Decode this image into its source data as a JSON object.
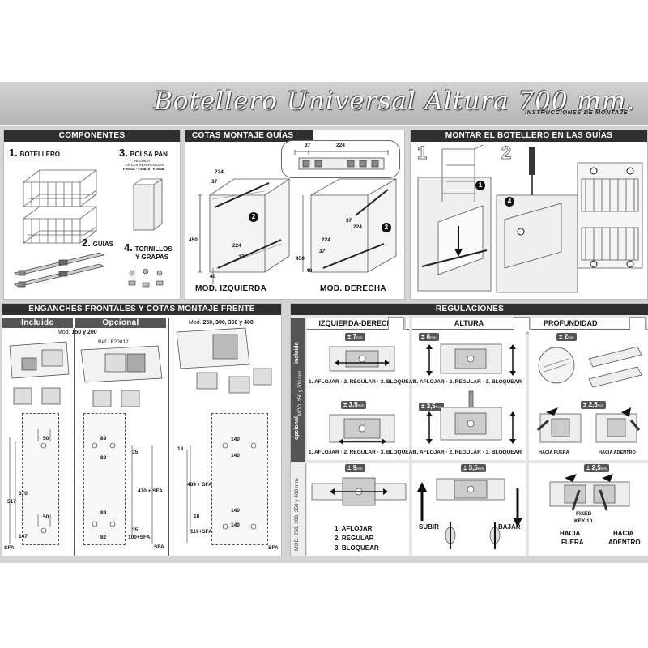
{
  "header": {
    "title": "Botellero Universal Altura 700 mm.",
    "subtitle": "INSTRUCCIONES DE MONTAJE"
  },
  "componentes": {
    "title": "COMPONENTES",
    "item1": {
      "num": "1.",
      "label": "BOTELLERO"
    },
    "item2": {
      "num": "2.",
      "label": "GUÍAS"
    },
    "item3": {
      "num": "3.",
      "label": "BOLSA PAN",
      "note1": "INCLUIDA",
      "note2": "EN LAS REFERENCIAS:",
      "refs": "F20810 · F20815 · F20840"
    },
    "item4": {
      "num": "4.",
      "label": "TORNILLOS",
      "label2": "Y GRAPAS"
    }
  },
  "cotas": {
    "title": "COTAS MONTAJE GUÍAS",
    "detail_37": "37",
    "detail_224": "224",
    "left": {
      "d224a": "224",
      "d37a": "37",
      "d450": "450",
      "d224b": "224",
      "d37b": "37",
      "d49": "49",
      "callout": "2",
      "label": "MOD. IZQUIERDA"
    },
    "right": {
      "d37a": "37",
      "d224a": "224",
      "d224b": "224",
      "d37b": "37",
      "d450": "450",
      "d49": "49",
      "callout": "2",
      "label": "MOD. DERECHA"
    }
  },
  "montar": {
    "title": "MONTAR EL BOTELLERO EN LAS GUÍAS",
    "step1": "1",
    "step2": "2",
    "callout1": "1",
    "callout4": "4"
  },
  "enganches": {
    "title": "ENGANCHES FRONTALES  Y  COTAS MONTAJE FRENTE",
    "incluido": "Incluido",
    "opcional": "Opcional",
    "mod_prefix": "Mod.",
    "mod_a": "150 y 200",
    "mod_b": "250, 300, 350 y 400",
    "ref": "Ref.: F20812",
    "col1": {
      "d50a": "50",
      "d370": "370",
      "d517": "517",
      "d50b": "50",
      "d147": "147",
      "sfa": "SFA"
    },
    "col2": {
      "d89a": "89",
      "d82a": "82",
      "d35a": "35",
      "d470": "470 + SFA",
      "d89b": "89",
      "d82b": "82",
      "d35b": "35",
      "d100": "100+SFA",
      "sfa": "SFA"
    },
    "col3": {
      "d140a": "140",
      "d140b": "140",
      "d18a": "18",
      "d489": "489 + SFA",
      "d18b": "18",
      "d140c": "140",
      "d140d": "140",
      "d119": "119+SFA",
      "sfa": "SFA"
    }
  },
  "regulaciones": {
    "title": "REGULACIONES",
    "col_izq": "IZQUIERDA-DERECHA",
    "col_alt": "ALTURA",
    "col_prof": "PROFUNDIDAD",
    "row_incluido": "incluido",
    "row_opcional": "opcional",
    "row_mod_a": "MOD. 150 y 200 mm.",
    "row_mod_b": "MOD. 250, 300, 350 y 400 mm.",
    "v_izq1": "± 7",
    "v_alt1": "± 8",
    "v_prof1": "± 2",
    "v_izq2": "± 3,5",
    "v_alt2": "± 3,5",
    "v_prof2": "± 2,5",
    "v_izq3": "± 9",
    "v_alt3": "± 3,5",
    "v_prof3": "± 2,5",
    "unit": "mm",
    "steps_inline": "1. AFLOJAR · 2. REGULAR · 3. BLOQUEAR",
    "step1": "1. AFLOJAR",
    "step2": "2. REGULAR",
    "step3": "3. BLOQUEAR",
    "hacia_fuera_sm": "HACIA FUERA",
    "hacia_adentro_sm": "HACIA ADENTRO",
    "subir": "SUBIR",
    "bajar": "BAJAR",
    "fixed": "FIXED",
    "key": "KEY 10",
    "hacia": "HACIA",
    "fuera": "FUERA",
    "adentro": "ADENTRO"
  }
}
